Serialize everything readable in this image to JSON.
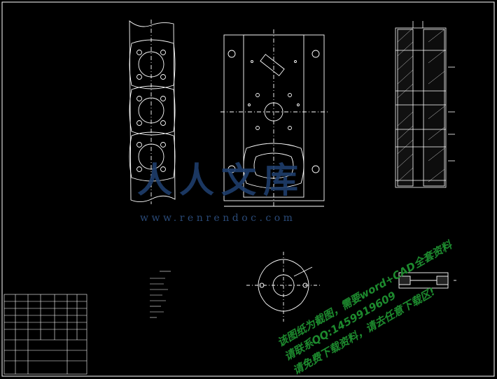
{
  "colors": {
    "background": "#000000",
    "line": "#ffffff",
    "watermark": "#1e3e6c",
    "note": "#1d8a2e",
    "accent_cyan": "#3fd0e0"
  },
  "watermark": {
    "logo_text": "人人文库",
    "site": "www.renrendoc.com"
  },
  "notes": {
    "line1": "该图纸为截图，需要word+CAD全套资料",
    "line2": "请联系QQ:1459919609",
    "line3": "请免费下载资料，请去任意下载区!"
  }
}
